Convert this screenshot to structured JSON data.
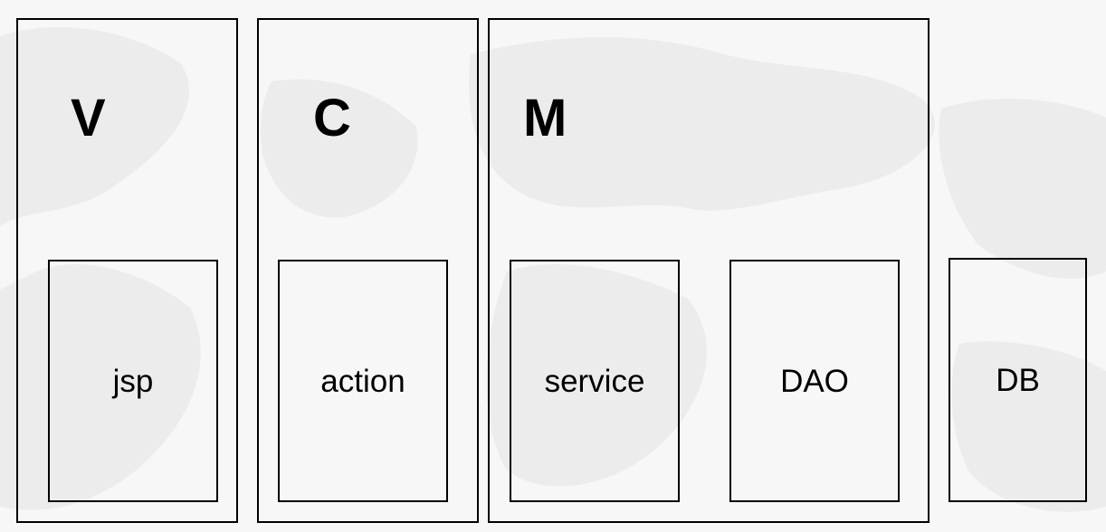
{
  "layers": {
    "view": {
      "letter": "V",
      "component": "jsp"
    },
    "controller": {
      "letter": "C",
      "component": "action"
    },
    "model": {
      "letter": "M",
      "components": [
        "service",
        "DAO"
      ]
    }
  },
  "database": {
    "label": "DB"
  }
}
